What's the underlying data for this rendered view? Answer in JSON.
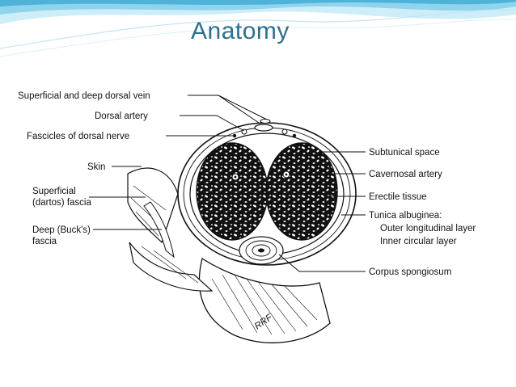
{
  "slide": {
    "title": "Anatomy",
    "accent_color": "#2e6f8e",
    "wave_colors": [
      "#4fb3d9",
      "#8fd3ec",
      "#cdeef8"
    ]
  },
  "figure": {
    "labels_left": {
      "superficial_deep_dorsal_vein": "Superficial and deep dorsal vein",
      "dorsal_artery": "Dorsal artery",
      "fascicles_dorsal_nerve": "Fascicles of dorsal nerve",
      "skin": "Skin",
      "superficial_line1": "Superficial",
      "superficial_line2": "(dartos) fascia",
      "deep_line1": "Deep (Buck's)",
      "deep_line2": "fascia"
    },
    "labels_right": {
      "subtunical_space": "Subtunical space",
      "cavernosal_artery": "Cavernosal artery",
      "erectile_tissue": "Erectile tissue",
      "tunica_albuginea": "Tunica albuginea:",
      "outer_layer": "Outer longitudinal layer",
      "inner_layer": "Inner circular layer",
      "corpus_spongiosum": "Corpus spongiosum"
    },
    "signature": "RRF"
  }
}
